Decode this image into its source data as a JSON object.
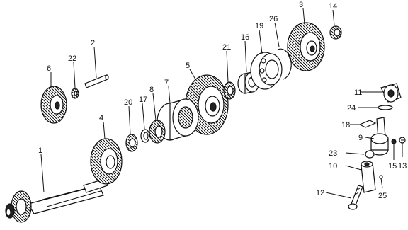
{
  "callouts": {
    "p1": "1",
    "p2": "2",
    "p3": "3",
    "p4": "4",
    "p5": "5",
    "p6": "6",
    "p7": "7",
    "p8": "8",
    "p9": "9",
    "p10": "10",
    "p11": "11",
    "p12": "12",
    "p13": "13",
    "p14": "14",
    "p15": "15",
    "p16": "16",
    "p17": "17",
    "p18": "18",
    "p19": "19",
    "p20": "20",
    "p21": "21",
    "p22": "22",
    "p23": "23",
    "p24": "24",
    "p25": "25",
    "p26": "26"
  },
  "colors": {
    "ink": "#111111",
    "paper": "#ffffff",
    "shade": "#555555"
  },
  "icons": {
    "gear": "gear-icon",
    "bearing": "bearing-icon",
    "shaft": "shaft-icon"
  }
}
